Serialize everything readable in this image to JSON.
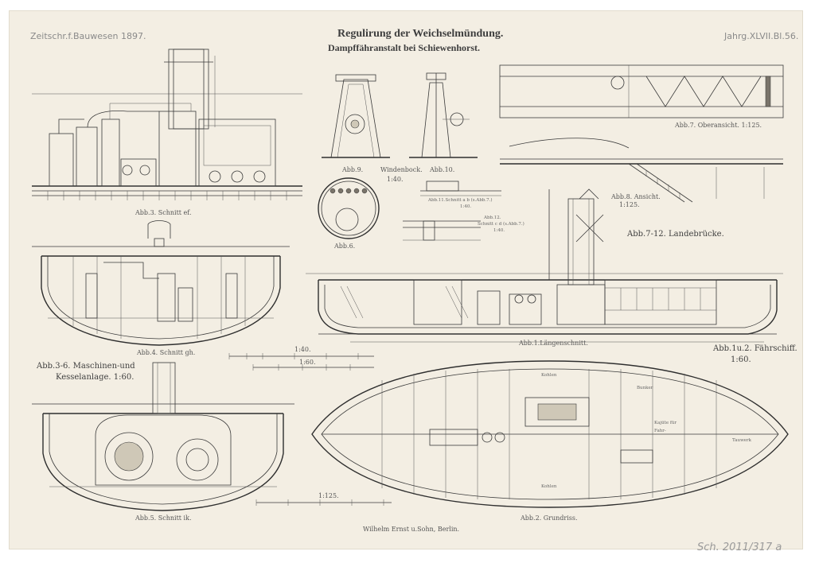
{
  "header": {
    "left": "Zeitschr.f.Bauwesen 1897.",
    "right": "Jahrg.XLVII.Bl.56.",
    "title": "Regulirung der Weichselmündung.",
    "subtitle": "Dampffähranstalt bei Schiewenhorst."
  },
  "captions": {
    "abb3": "Abb.3. Schnitt ef.",
    "abb4": "Abb.4. Schnitt gh.",
    "abb5": "Abb.5. Schnitt ik.",
    "abb9": "Abb.9.",
    "windenbock": "Windenbock.",
    "scale_140": "1:40.",
    "abb10": "Abb.10.",
    "abb6": "Abb.6.",
    "abb11": "Abb.11.Schnitt a b (s.Abb.7.)",
    "abb11_scale": "1:40.",
    "abb12": "Abb.12.",
    "abb12_schnitt": "Schnitt c d (s.Abb.7.)",
    "abb12_scale": "1:40.",
    "abb7": "Abb.7. Oberansicht. 1:125.",
    "abb8": "Abb.8. Ansicht.",
    "abb8_scale": "1:125.",
    "landebruecke": "Abb.7-12. Landebrücke.",
    "laengenschnitt": "Abb.1.Längenschnitt.",
    "faehrschiff": "Abb.1u.2. Fährschiff.",
    "faehrschiff_scale": "1:60.",
    "maschinen": "Abb.3-6. Maschinen-und",
    "kesselanlage": "Kesselanlage. 1:60.",
    "grundriss": "Abb.2. Grundriss.",
    "publisher": "Wilhelm Ernst u.Sohn, Berlin.",
    "pencil": "Sch. 2011/317 a"
  },
  "scales": {
    "s140": "1:40.",
    "s160": "1:60.",
    "s1125": "1:125."
  },
  "labels": {
    "kohlen_top": "Kohlen",
    "bunker": "Bunker",
    "kajuete": "Kajüte für",
    "fahrgaeste": "Fahr-",
    "kohlen_bottom": "Kohlen",
    "tauwerk": "Tauwerk"
  }
}
